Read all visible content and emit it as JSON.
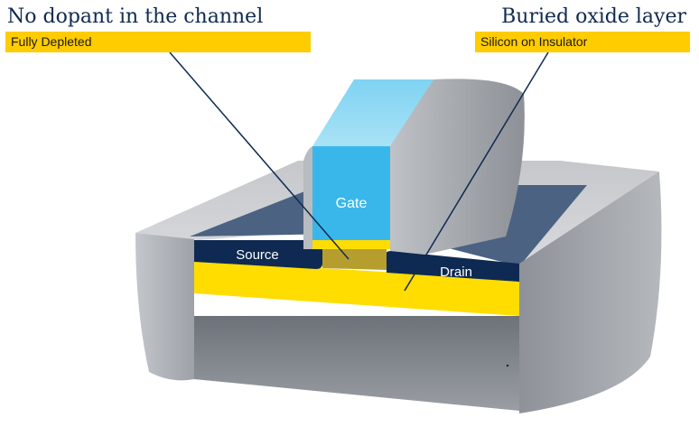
{
  "callouts": {
    "left": {
      "title": "No dopant in the channel",
      "subtitle": "Fully Depleted"
    },
    "right": {
      "title": "Buried oxide layer",
      "subtitle": "Silicon on Insulator"
    }
  },
  "regions": {
    "gate": "Gate",
    "source": "Source",
    "drain": "Drain"
  },
  "colors": {
    "heading": "#0f2a52",
    "highlight": "#ffcc00",
    "gate": "#4fc3ee",
    "source_drain": "#0e2a52",
    "buried_oxide": "#ffdd00",
    "substrate": "#a9adb3"
  }
}
